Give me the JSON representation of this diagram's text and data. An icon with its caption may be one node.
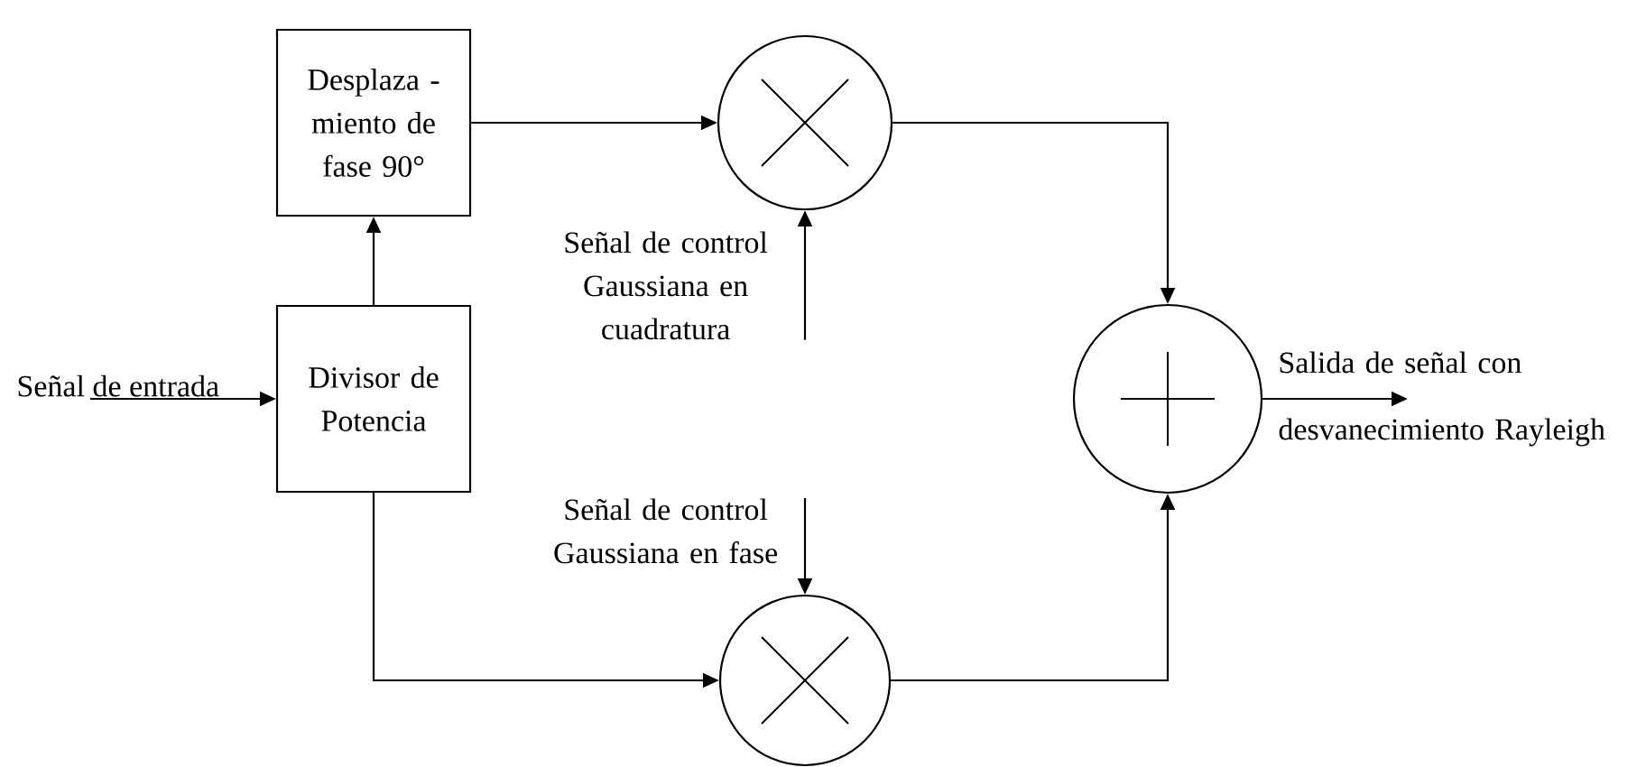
{
  "diagram": {
    "nodes": [
      {
        "text": [
          "Desplaza - miento de fase 90°"
        ]
      },
      {
        "text": [
          "Divisor de Potencia"
        ]
      },
      {
        "text": [],
        "shape": "circle"
      },
      {
        "text": [],
        "shape": "circle"
      },
      {
        "text": [],
        "shape": "circle"
      },
      {
        "text": [
          "Señal de entrada"
        ]
      },
      {
        "text": [
          "Señal de control Gaussiana en cuadratura"
        ]
      },
      {
        "text": [
          "Señal de control Gaussiana en fase"
        ]
      },
      {
        "text": [
          "Salida de señal con desvanecimiento Rayleigh"
        ]
      }
    ],
    "edges": [
      {
        "from": 5,
        "to": 1,
        "arrow": "to"
      },
      {
        "from": 1,
        "to": 0,
        "arrow": "to"
      },
      {
        "from": 0,
        "to": 2,
        "arrow": "to"
      },
      {
        "from": 1,
        "to": 3,
        "arrow": "to"
      },
      {
        "from": 6,
        "to": 2,
        "arrow": "to"
      },
      {
        "from": 7,
        "to": 3,
        "arrow": "to"
      },
      {
        "from": 2,
        "to": 4,
        "arrow": "to"
      },
      {
        "from": 3,
        "to": 4,
        "arrow": "to"
      },
      {
        "from": 4,
        "to": 8,
        "arrow": "to"
      }
    ]
  }
}
